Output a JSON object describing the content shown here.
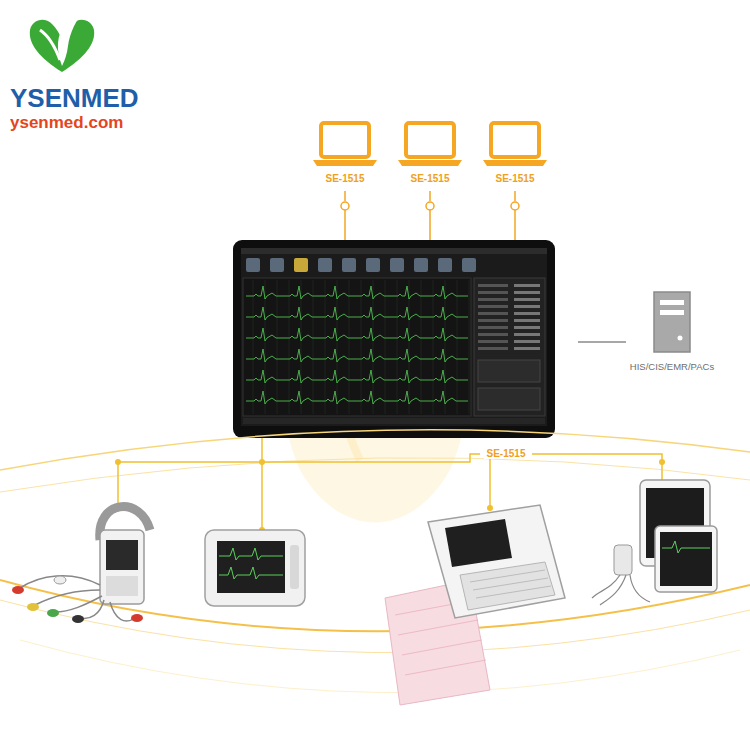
{
  "diagram": {
    "nodes": [
      {
        "text": [
          "SE-1515"
        ]
      },
      {
        "text": [
          "SE-1515"
        ]
      },
      {
        "text": [
          "SE-1515"
        ]
      },
      {
        "text": [
          "HIS/CIS/EMR/PACs"
        ]
      }
    ],
    "labels": [
      "YSENMED",
      "ysenmed.com",
      "SE-1515"
    ]
  }
}
